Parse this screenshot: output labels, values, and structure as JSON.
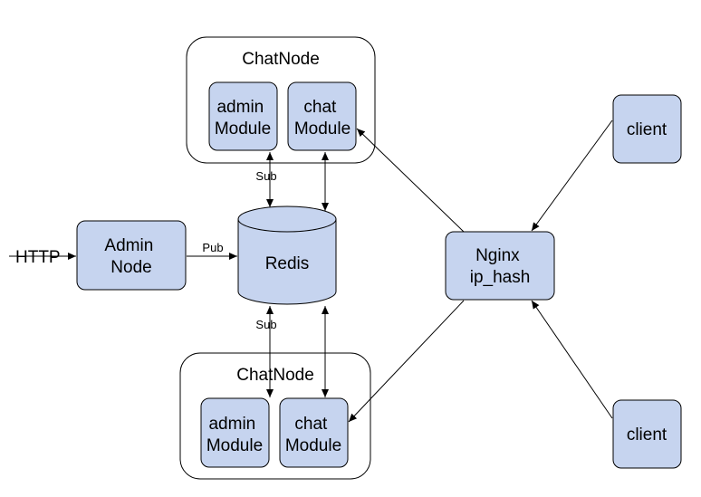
{
  "colors": {
    "node_fill": "#c6d4ef",
    "stroke": "#000000",
    "background": "#ffffff"
  },
  "chatnode_top": {
    "title": "ChatNode",
    "admin_module": [
      "admin",
      "Module"
    ],
    "chat_module": [
      "chat",
      "Module"
    ]
  },
  "chatnode_bottom": {
    "title": "ChatNode",
    "admin_module": [
      "admin",
      "Module"
    ],
    "chat_module": [
      "chat",
      "Module"
    ]
  },
  "admin_node": [
    "Admin",
    "Node"
  ],
  "redis": "Redis",
  "nginx": [
    "Nginx",
    "ip_hash"
  ],
  "clients": [
    "client",
    "client"
  ],
  "http_label": "HTTP",
  "edge_labels": {
    "pub": "Pub",
    "sub_top": "Sub",
    "sub_bottom": "Sub"
  }
}
